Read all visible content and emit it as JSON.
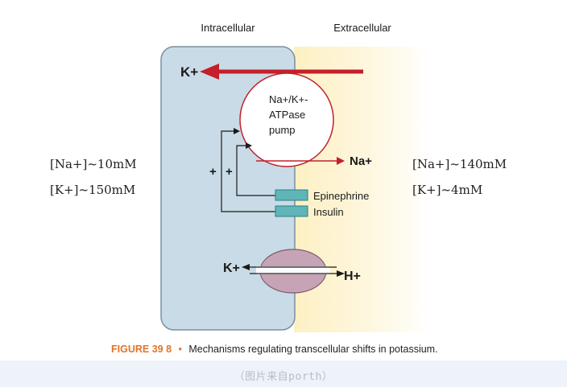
{
  "labels": {
    "intracellular": "Intracellular",
    "extracellular": "Extracellular",
    "k_top": "K+",
    "pump_line1": "Na+/K+-",
    "pump_line2": "ATPase",
    "pump_line3": "pump",
    "na_out": "Na+",
    "plus_left": "+",
    "plus_right": "+",
    "epinephrine": "Epinephrine",
    "insulin": "Insulin",
    "k_exchange": "K+",
    "h_exchange": "H+"
  },
  "concentrations": {
    "intra_na": "[Na+]~10mM",
    "intra_k": "[K+]~150mM",
    "extra_na": "[Na+]~140mM",
    "extra_k": "[K+]~4mM"
  },
  "caption": {
    "figure_number": "FIGURE 39 8",
    "bullet": "•",
    "text": "Mechanisms regulating transcellular shifts in potassium."
  },
  "source_note": "（图片来自porth）",
  "colors": {
    "cell_fill": "#c9dbe6",
    "cell_stroke": "#7a8f9e",
    "extracellular_tint": "#fdf1c8",
    "arrow_red": "#c41f2a",
    "pump_stroke": "#c41f2a",
    "receptor_fill": "#5fb5b8",
    "antiporter_fill": "#c7a3b6",
    "caption_accent": "#e0752a"
  }
}
